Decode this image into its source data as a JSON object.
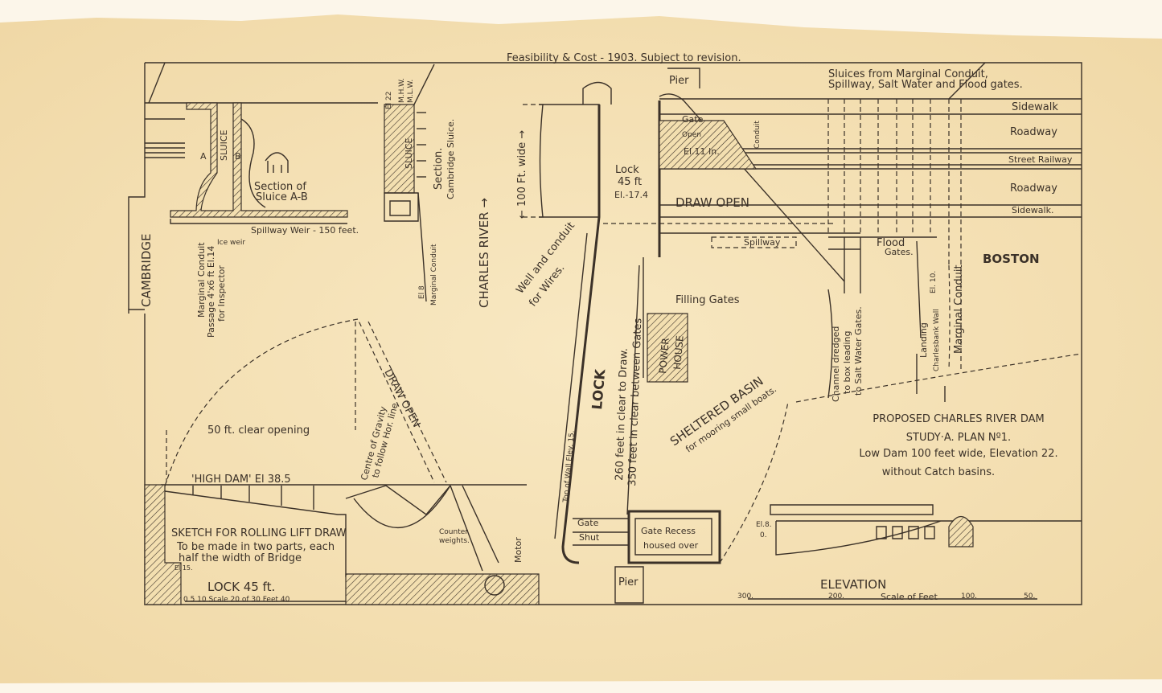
{
  "header": {
    "title": "Feasibility & Cost - 1903.   Subject to revision."
  },
  "colors": {
    "paper": "#f6e4b8",
    "ink": "#3b3128"
  },
  "street": {
    "sluices_note_1": "Sluices from Marginal Conduit,",
    "sluices_note_2": "Spillway, Salt Water and Flood gates.",
    "sidewalk_top": "Sidewalk",
    "roadway_top": "Roadway",
    "street_railway": "Street Railway",
    "roadway_bottom": "Roadway",
    "sidewalk_bottom": "Sidewalk."
  },
  "places": {
    "boston": "BOSTON",
    "cambridge": "CAMBRIDGE",
    "charles_river": "CHARLES RIVER →"
  },
  "cambridge_sluice": {
    "sluice": "SLUICE",
    "a": "A",
    "b": "B",
    "section_ab_1": "Section of",
    "section_ab_2": "Sluice A-B",
    "spillway_weir": "Spillway Weir - 150 feet.",
    "ice_weir": "Ice weir",
    "marginal_conduit": "Marginal Conduit",
    "passage": "Passage 4'x6 ft El.14",
    "for_inspector": "for Inspector",
    "el22": "El 22",
    "mhw": "M.H.W.",
    "mlw": "M.L.W.",
    "sluice2": "SLUICE",
    "section": "Section.",
    "cambridge_sluice": "Cambridge Sluice.",
    "el8": "El 8",
    "marginal_conduit2": "Marginal Conduit"
  },
  "dam_plan": {
    "width_100": "← 100 Ft. wide →",
    "lock_1": "Lock",
    "lock_2": "45 ft",
    "lock_el": "El.-17.4",
    "draw_open": "DRAW OPEN",
    "gate": "Gate",
    "open": "Open",
    "el11": "El.11 In.",
    "conduit": "Conduit",
    "pier_top": "Pier",
    "pier_bottom": "Pier",
    "spillway": "Spillway",
    "well_1": "Well and conduit",
    "well_2": "for Wires.",
    "filling_gates": "Filling Gates",
    "power_house_1": "POWER",
    "power_house_2": "HOUSE",
    "lock_big": "LOCK",
    "lock_260": "260 feet in clear to Draw.",
    "lock_350": "350 feet in clear between Gates",
    "top_wall": "Top of Wall  Elev. 15.",
    "flood_gates_1": "Flood",
    "flood_gates_2": "Gates.",
    "sheltered_basin": "SHELTERED   BASIN",
    "mooring": "for mooring small boats.",
    "channel_1": "Channel dredged",
    "channel_2": "to box leading",
    "channel_3": "to Salt Water Gates.",
    "landing": "Landing",
    "el10": "El. 10.",
    "charlesbank": "Charlesbank Wall",
    "marginal_conduit": "Marginal Conduit",
    "gate2": "Gate",
    "shut": "Shut",
    "gate_recess_1": "Gate Recess",
    "gate_recess_2": "housed over"
  },
  "title_block": {
    "line1": "PROPOSED CHARLES RIVER DAM",
    "line2": "STUDY·A.  PLAN Nº1.",
    "line3": "Low Dam 100 feet wide, Elevation 22.",
    "line4": "without Catch basins."
  },
  "elevation": {
    "title": "ELEVATION",
    "el8": "El.8.",
    "zero": "0.",
    "scale_300": "300.",
    "scale_200": "200.",
    "scale_label": "Scale of Feet",
    "scale_100": "100.",
    "scale_50": "50."
  },
  "lift_draw": {
    "clear_opening": "50 ft. clear opening",
    "high_dam": "'HIGH DAM'  El 38.5",
    "cog_1": "Centre of Gravity",
    "cog_2": "to follow Hor. line",
    "draw_open": "DRAW  OPEN",
    "sketch_title": "SKETCH FOR ROLLING LIFT DRAW",
    "sketch_1": "To be made in two parts, each",
    "sketch_2": "half the width of Bridge",
    "el15": "El 15.",
    "lock_45": "LOCK  45 ft.",
    "scale": "0   5   10 Scale 20   of   30   Feet  40",
    "counter_weights_1": "Counter",
    "counter_weights_2": "weights.",
    "motor": "Motor"
  }
}
